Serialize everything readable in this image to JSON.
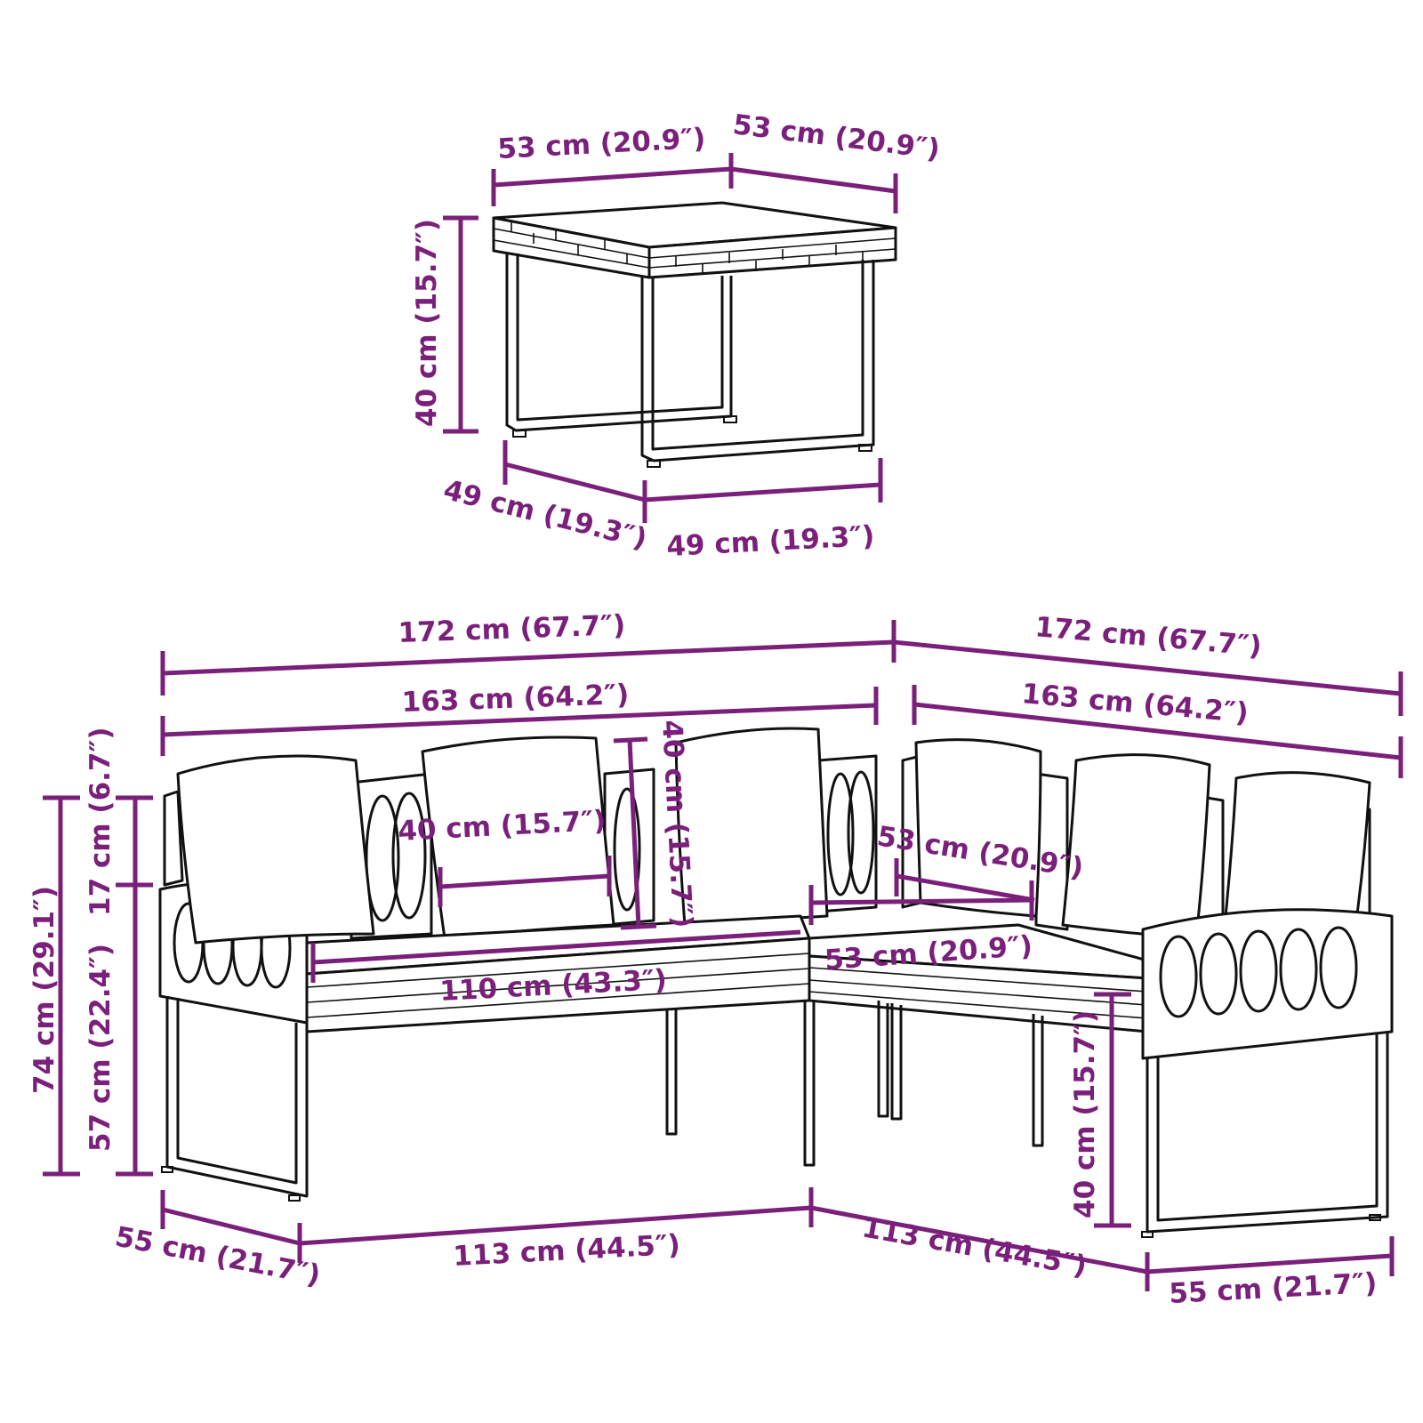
{
  "colors": {
    "dimension": "#7a1f7a",
    "drawing": "#111111",
    "background": "#ffffff"
  },
  "table": {
    "top_left_width": "53 cm (20.9″)",
    "top_right_depth": "53 cm (20.9″)",
    "height": "40 cm (15.7″)",
    "base_left_depth": "49 cm (19.3″)",
    "base_right_width": "49 cm (19.3″)"
  },
  "sofa": {
    "left_overall_width": "172 cm (67.7″)",
    "right_overall_width": "172 cm (67.7″)",
    "left_back_width": "163 cm (64.2″)",
    "right_back_width": "163 cm (64.2″)",
    "total_height": "74 cm (29.1″)",
    "back_extra_height": "17 cm (6.7″)",
    "arm_height": "57 cm (22.4″)",
    "cushion_width": "40 cm (15.7″)",
    "cushion_height": "40 cm (15.7″)",
    "seat_depth_back": "53 cm (20.9″)",
    "seat_depth_front": "53 cm (20.9″)",
    "seat_width": "110 cm (43.3″)",
    "seat_height": "40 cm (15.7″)",
    "left_depth": "55 cm (21.7″)",
    "left_base_width": "113 cm (44.5″)",
    "right_base_width": "113 cm (44.5″)",
    "right_depth": "55 cm (21.7″)"
  }
}
